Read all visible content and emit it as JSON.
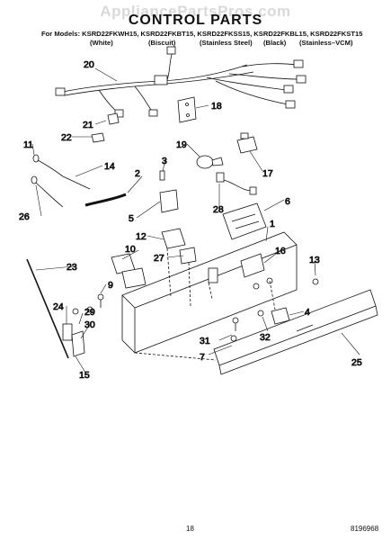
{
  "watermark": "AppliancePartsPros.com",
  "title": "CONTROL PARTS",
  "models_line": "For Models: KSRD22FKWH15, KSRD22FKBT15, KSRD22FKSS15, KSRD22FKBL15, KSRD22FKST15",
  "variants": [
    "(White)",
    "(Biscuit)",
    "(Stainless Steel)",
    "(Black)",
    "(Stainless–VCM)"
  ],
  "callouts": [
    "1",
    "2",
    "3",
    "4",
    "5",
    "6",
    "7",
    "9",
    "10",
    "11",
    "12",
    "13",
    "14",
    "15",
    "16",
    "17",
    "18",
    "19",
    "20",
    "21",
    "22",
    "23",
    "24",
    "25",
    "26",
    "27",
    "28",
    "29",
    "30",
    "31",
    "32"
  ],
  "footer": {
    "page_number": "18",
    "doc_number": "8196968"
  }
}
